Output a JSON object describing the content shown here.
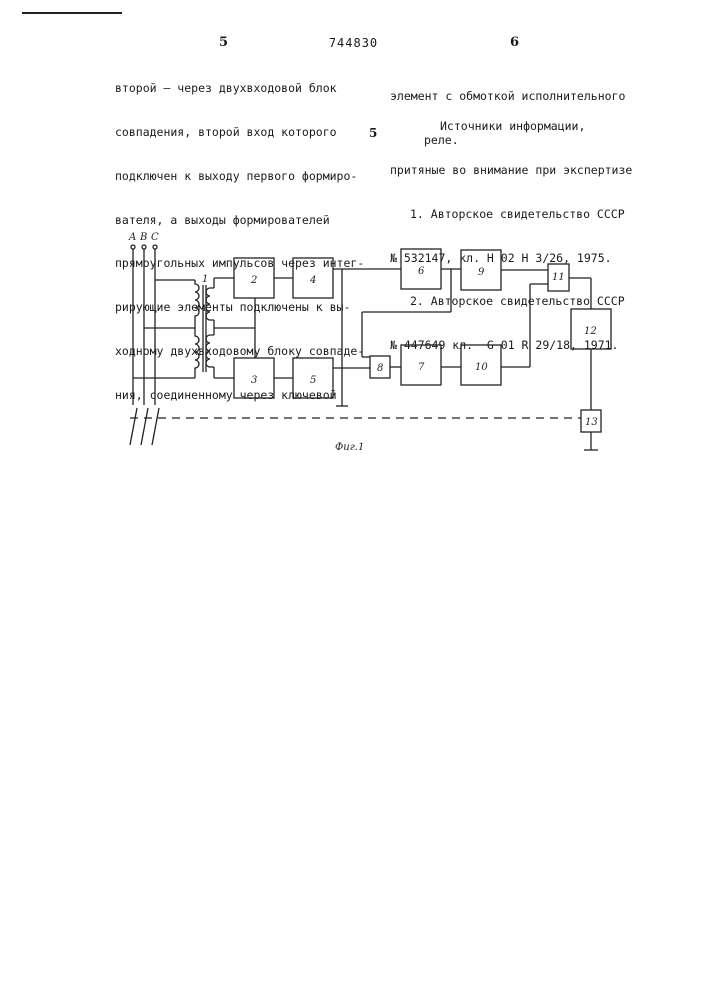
{
  "header": {
    "page_left": "5",
    "patent_number": "744830",
    "page_right": "6"
  },
  "left_column": [
    "второй – через двухвходовой блок",
    "совпадения, второй вход которого",
    "подключен к выходу первого формиро-",
    "вателя, а выходы формирователей",
    "прямоугольных импульсов через интег-",
    "рирующие элементы подключены к вы-",
    "ходному двухвходовому блоку совпаде-",
    "ния, соединенному через ключевой"
  ],
  "right_column": [
    "элемент с обмоткой исполнительного",
    "реле."
  ],
  "sources": {
    "heading_line1": "Источники информации,",
    "heading_line2": "притяные во внимание при экспертизе",
    "ref1_line1": "1. Авторское свидетельство СССР",
    "ref1_line2": "№ 532147, кл. Н 02 Н 3/26, 1975.",
    "ref2_line1": "2. Авторское свидетельство СССР",
    "ref2_line2": "№ 447649 кл.  G 01 R 29/18, 1971."
  },
  "margin_line_number": "5",
  "figure": {
    "phase_labels": [
      "A",
      "B",
      "C"
    ],
    "transformer_label": "1",
    "block_labels": [
      "2",
      "3",
      "4",
      "5",
      "6",
      "7",
      "8",
      "9",
      "10",
      "11",
      "12",
      "13"
    ],
    "caption": "Фиг.1"
  }
}
